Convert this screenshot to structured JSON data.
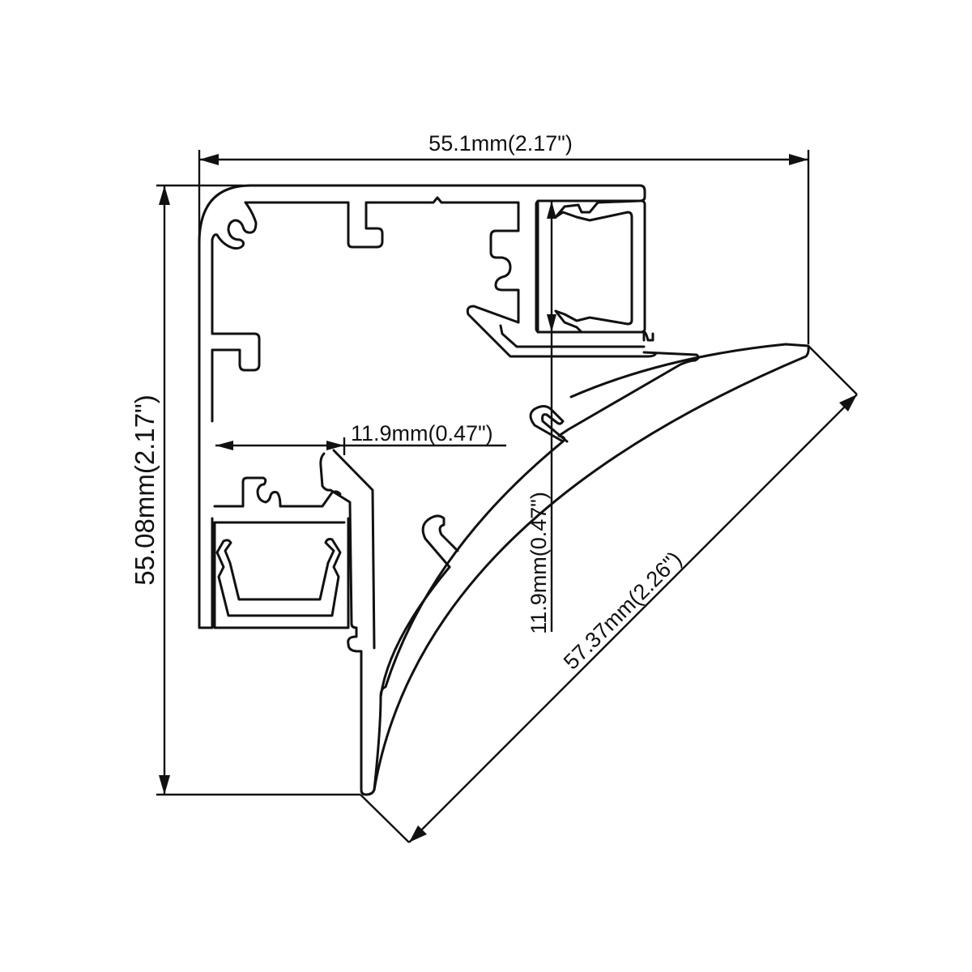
{
  "drawing": {
    "type": "aluminum LED corner profile cross-section",
    "line_color": "#111111",
    "background": "#ffffff"
  },
  "dimensions": {
    "overall_width": {
      "label": "55.1mm(2.17\")",
      "mm": 55.1,
      "in": 2.17,
      "orientation": "horizontal"
    },
    "overall_height": {
      "label": "55.08mm(2.17\")",
      "mm": 55.08,
      "in": 2.17,
      "orientation": "vertical"
    },
    "channel_width": {
      "label": "11.9mm(0.47\")",
      "mm": 11.9,
      "in": 0.47,
      "orientation": "horizontal"
    },
    "channel_height": {
      "label": "11.9mm(0.47\")",
      "mm": 11.9,
      "in": 0.47,
      "orientation": "vertical"
    },
    "diffuser_diagonal": {
      "label": "57.37mm(2.26\")",
      "mm": 57.37,
      "in": 2.26,
      "orientation": "diagonal"
    }
  }
}
